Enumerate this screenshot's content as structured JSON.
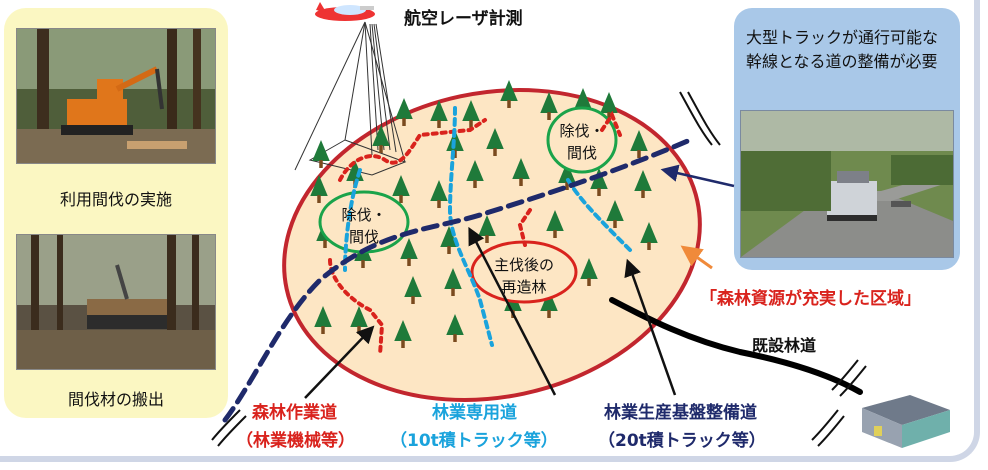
{
  "left_panel": {
    "photo1_caption": "利用間伐の実施",
    "photo2_caption": "間伐材の搬出"
  },
  "header": {
    "survey_label": "航空レーザ計測"
  },
  "right_callout": {
    "text": "大型トラックが通行可能な幹線となる道の整備が必要"
  },
  "map": {
    "zone_label": "「森林資源が充実した区域」",
    "thinning_label_left": [
      "除伐・",
      "間伐"
    ],
    "thinning_label_right": [
      "除伐・",
      "間伐"
    ],
    "reforest_label": [
      "主伐後の",
      "再造林"
    ],
    "existing_road": "既設林道"
  },
  "legend": {
    "work_road_title": "森林作業道",
    "work_road_sub": "（林業機械等）",
    "dedicated_road_title": "林業専用道",
    "dedicated_road_sub": "（10t積トラック等）",
    "base_road_title": "林業生産基盤整備道",
    "base_road_sub": "（20t積トラック等）"
  },
  "colors": {
    "work_road": "#d9231d",
    "dedicated_road": "#1aa3dc",
    "base_road": "#1f2a6b",
    "forest_fill": "#fde6c4",
    "forest_border": "#c2262e",
    "tree": "#1f7a3a",
    "panel_bg": "#fbf7c2",
    "callout_bg": "#a9c8e8"
  }
}
